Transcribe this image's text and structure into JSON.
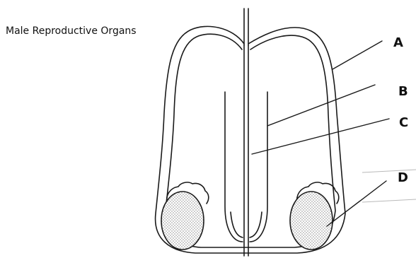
{
  "title": "Male Reproductive Organs",
  "labels": {
    "a": "A",
    "b": "B",
    "c": "C",
    "d": "D"
  }
}
